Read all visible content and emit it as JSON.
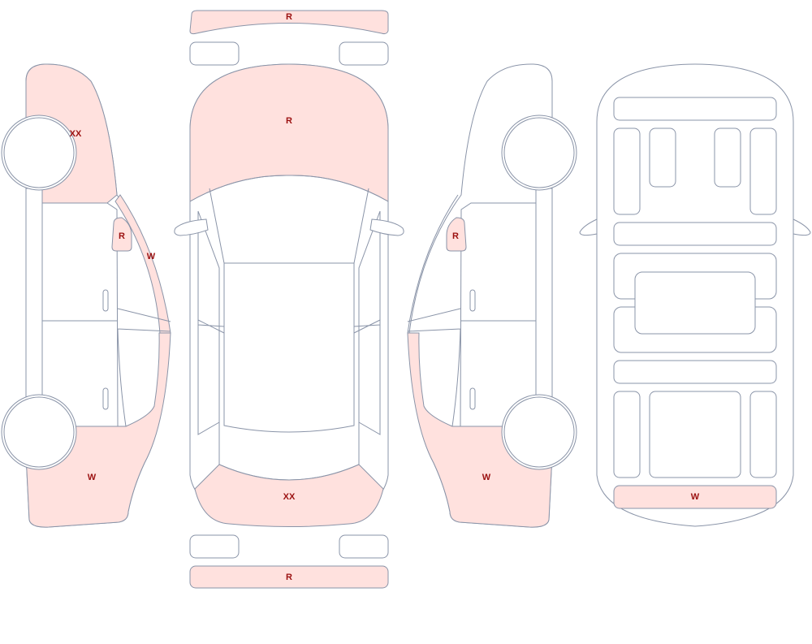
{
  "colors": {
    "damage_fill": "#ffe1de",
    "outline": "#8a94a8",
    "label": "#9b1010",
    "background": "#ffffff"
  },
  "marks": {
    "front_bumper": "R",
    "hood": "R",
    "rear_bumper_area": "XX",
    "rear_bumper": "R",
    "left_front_fender": "XX",
    "left_mirror": "R",
    "left_a_pillar": "W",
    "left_rear_quarter": "W",
    "right_mirror": "R",
    "right_rear_quarter": "W",
    "trunk_floor": "W"
  }
}
